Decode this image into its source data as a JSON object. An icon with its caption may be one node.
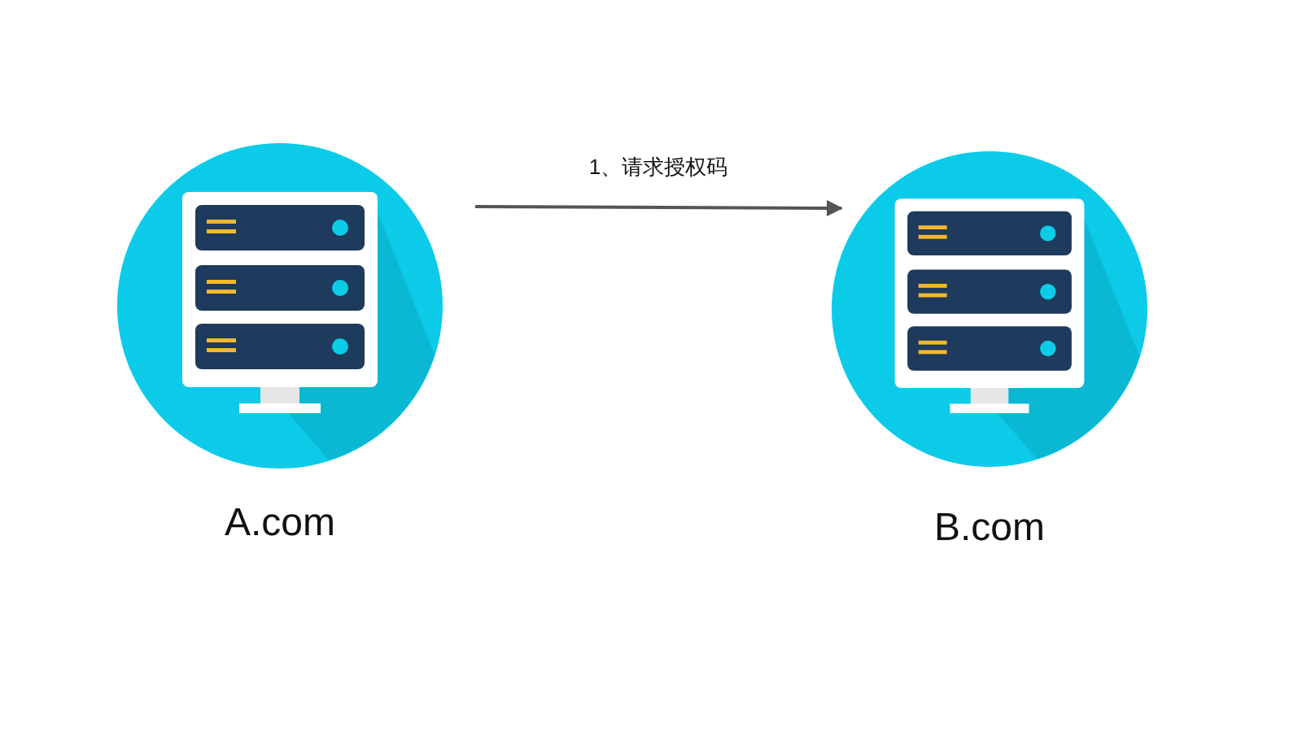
{
  "diagram": {
    "nodes": [
      {
        "text": [
          "A.com"
        ]
      },
      {
        "text": [
          "B.com"
        ]
      }
    ],
    "edges": [
      {
        "from": 0,
        "to": 1,
        "arrow": "to",
        "label": "1、请求授权码"
      }
    ]
  }
}
